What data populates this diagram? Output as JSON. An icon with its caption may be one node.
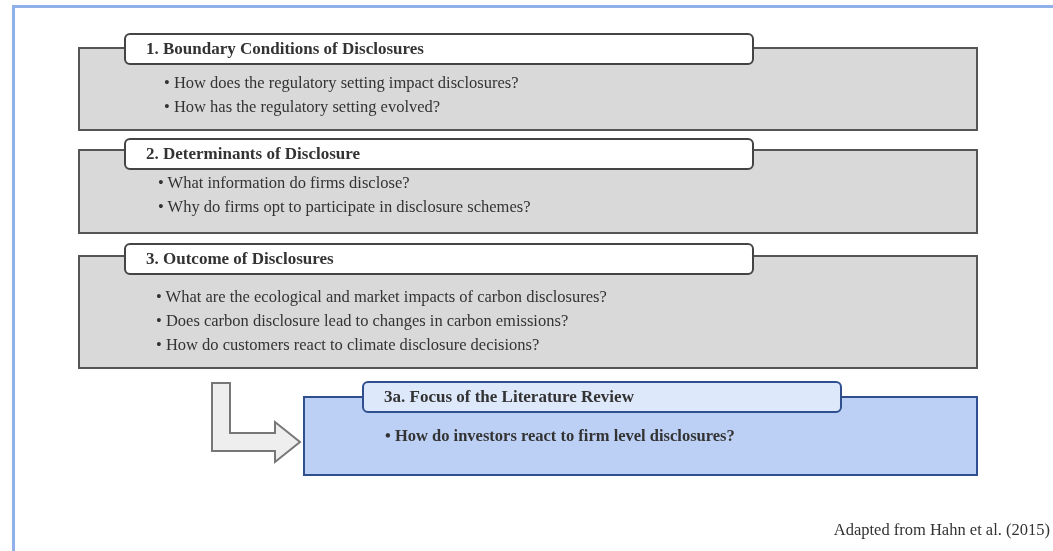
{
  "diagram": {
    "caption": "Adapted from Hahn et al. (2015)",
    "nodes": [
      {
        "text": [
          "1. Boundary Conditions of Disclosures",
          "• How does the regulatory setting impact disclosures?",
          "• How has the regulatory setting evolved?"
        ]
      },
      {
        "text": [
          "2. Determinants of Disclosure",
          "• What information do firms disclose?",
          "• Why do firms opt to participate in disclosure schemes?"
        ]
      },
      {
        "text": [
          "3. Outcome of Disclosures",
          "• What are the ecological and market impacts of carbon disclosures?",
          "• Does carbon disclosure lead to changes in carbon emissions?",
          "• How do customers react to climate disclosure decisions?"
        ]
      },
      {
        "text": [
          "3a. Focus of the Literature Review",
          "• How do investors react to firm level disclosures?"
        ]
      }
    ],
    "edges": [
      {
        "from": 2,
        "to": 3,
        "arrow": "to"
      }
    ]
  }
}
